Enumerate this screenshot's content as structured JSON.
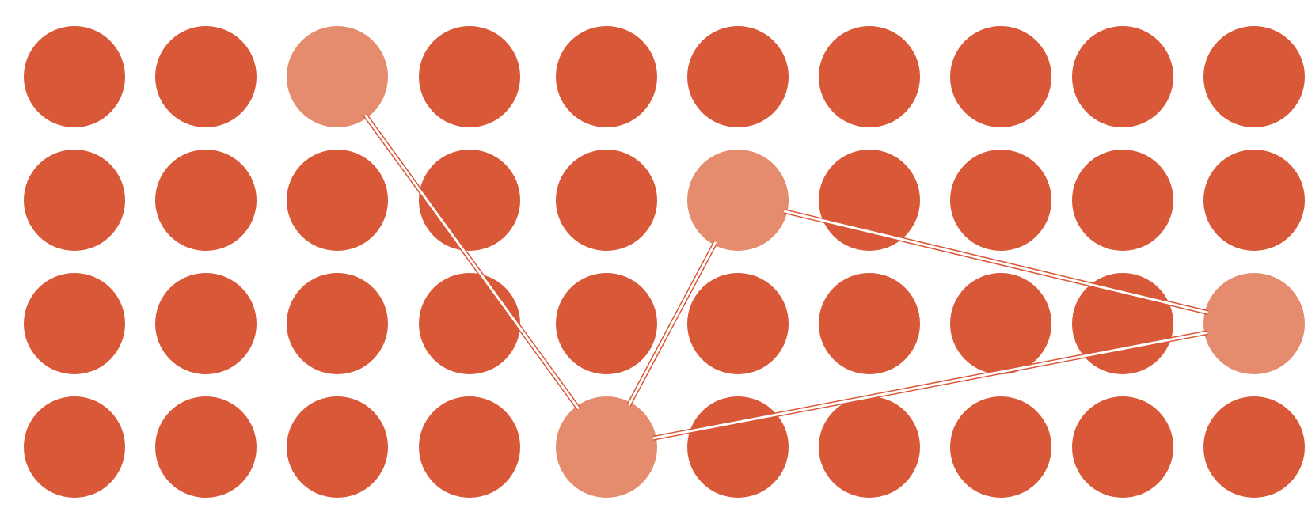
{
  "diagram": {
    "rows": 4,
    "columns": 10,
    "colors": {
      "dot": "#d95838",
      "dot_highlighted": "#e68c6e",
      "connector": "#ffffff",
      "connector_edge": "#d95838",
      "background": "#ffffff"
    },
    "highlighted_dots": [
      {
        "row": 0,
        "col": 2
      },
      {
        "row": 1,
        "col": 5
      },
      {
        "row": 2,
        "col": 9
      },
      {
        "row": 3,
        "col": 4
      }
    ],
    "connections": [
      {
        "from": {
          "row": 0,
          "col": 2
        },
        "to": {
          "row": 3,
          "col": 4
        }
      },
      {
        "from": {
          "row": 1,
          "col": 5
        },
        "to": {
          "row": 3,
          "col": 4
        }
      },
      {
        "from": {
          "row": 1,
          "col": 5
        },
        "to": {
          "row": 2,
          "col": 9
        }
      },
      {
        "from": {
          "row": 3,
          "col": 4
        },
        "to": {
          "row": 2,
          "col": 9
        }
      }
    ]
  }
}
